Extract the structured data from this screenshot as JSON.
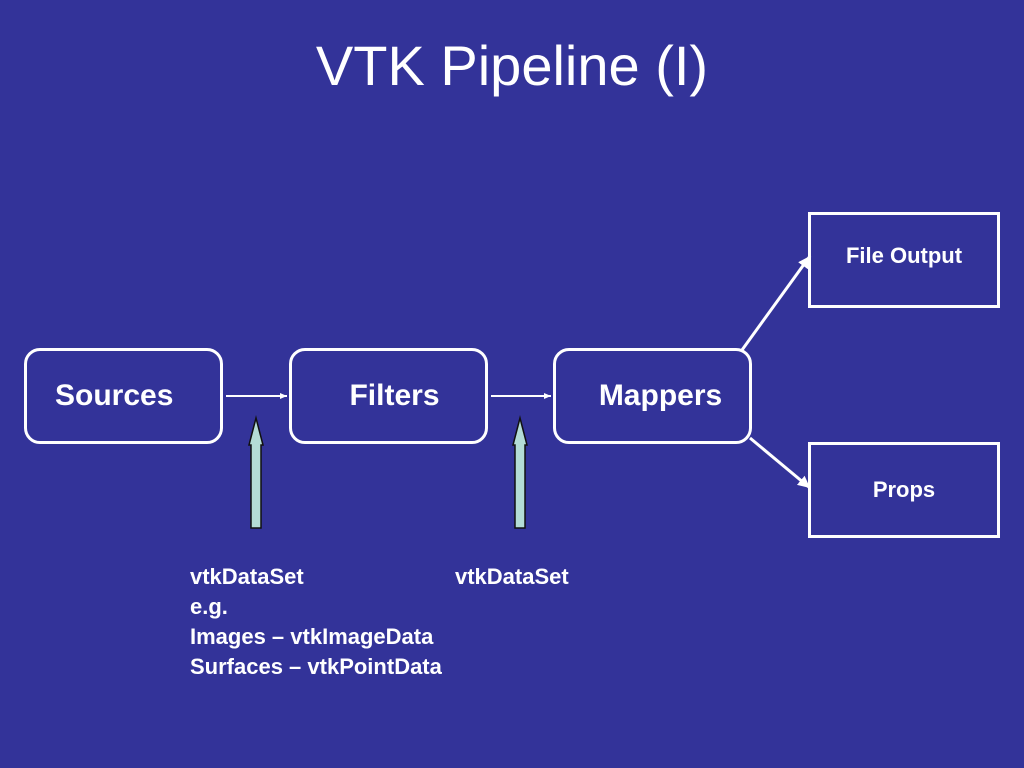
{
  "title": "VTK Pipeline (I)",
  "nodes": {
    "sources": "Sources",
    "filters": "Filters",
    "mappers": "Mappers",
    "file_output": "File Output",
    "props": "Props"
  },
  "captions": {
    "left": [
      "vtkDataSet",
      "e.g.",
      "Images – vtkImageData",
      "Surfaces – vtkPointData"
    ],
    "right": [
      "vtkDataSet"
    ]
  },
  "colors": {
    "background": "#333399",
    "foreground": "#ffffff",
    "input_arrow_fill": "#b4dcd6"
  }
}
